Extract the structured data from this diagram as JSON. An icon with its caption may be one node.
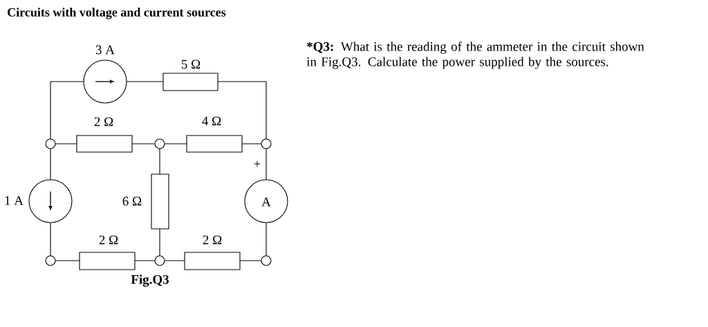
{
  "diagram": {
    "title": "Circuits with voltage and current sources",
    "caption": "Fig.Q3",
    "labels": [
      "3 A",
      "5 Ω",
      "2 Ω",
      "4 Ω",
      "+",
      "1 A",
      "6 Ω",
      "A",
      "2 Ω",
      "2 Ω",
      "***Q3:** What is the reading of the ammeter in the circuit shown in Fig.Q3. Calculate the power supplied by the sources."
    ]
  }
}
